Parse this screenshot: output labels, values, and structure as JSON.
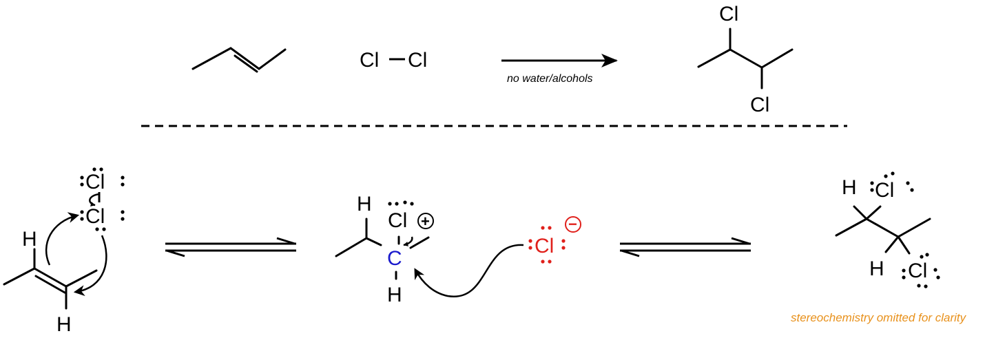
{
  "colors": {
    "ink": "#000000",
    "carbocation": "#1a1acc",
    "chloride": "#e0201b",
    "note": "#e8911c"
  },
  "atoms": {
    "cl": "Cl",
    "h": "H",
    "c": "C"
  },
  "reaction": {
    "condition": "no water/alcohols"
  },
  "charges": {
    "plus": "+",
    "minus": "−"
  },
  "footnote": "stereochemistry omitted for clarity"
}
